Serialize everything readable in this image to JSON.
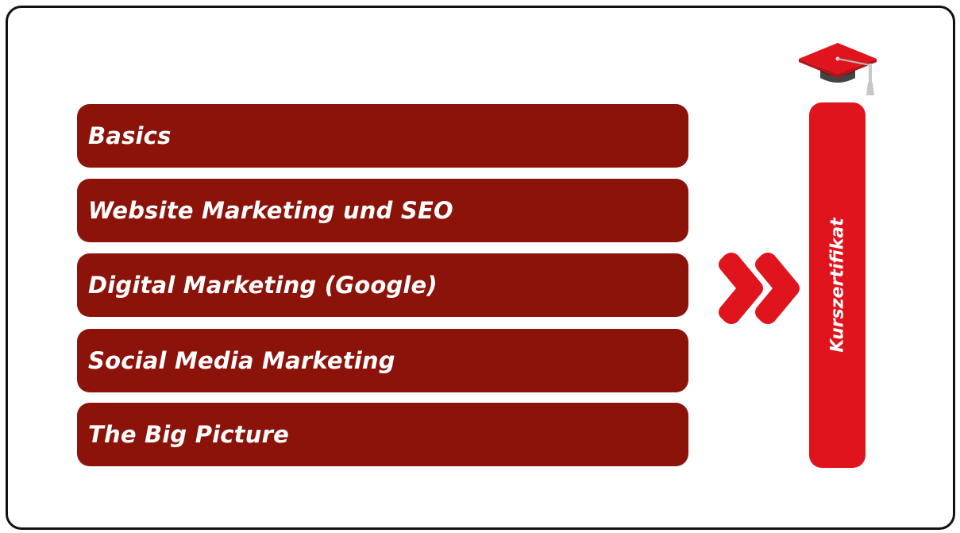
{
  "modules": [
    {
      "label": "Basics"
    },
    {
      "label": "Website Marketing und SEO"
    },
    {
      "label": "Digital Marketing (Google)"
    },
    {
      "label": "Social Media Marketing"
    },
    {
      "label": "The Big Picture"
    }
  ],
  "certificate": {
    "label": "Kurszertifikat"
  },
  "icons": {
    "arrow": "double-chevron-right-icon",
    "cap": "graduation-cap-icon"
  },
  "colors": {
    "module_bg": "#8b1309",
    "accent_red": "#e0141c",
    "cap_dark": "#2b2b2b",
    "tassel": "#c8c8c8",
    "frame_border": "#111111"
  }
}
